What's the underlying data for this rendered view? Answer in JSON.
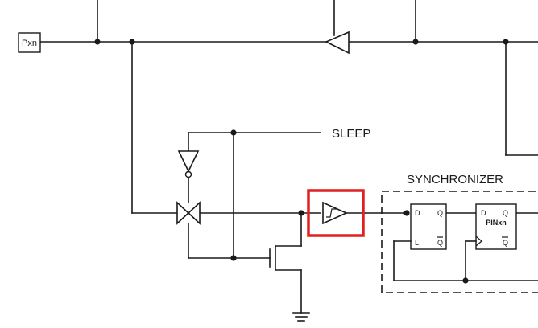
{
  "labels": {
    "pin": "Pxn",
    "sleep": "SLEEP",
    "synchronizer": "SYNCHRONIZER",
    "latch_d": "D",
    "latch_q": "Q",
    "latch_l": "L",
    "latch_qbar": "Q",
    "ff_d": "D",
    "ff_q": "Q",
    "ff_name": "PINxn",
    "ff_qbar": "Q"
  },
  "highlight": {
    "target": "schmitt-trigger",
    "color": "#e02020"
  },
  "icons": [
    "input-buffer",
    "inverter",
    "transmission-gate",
    "nmos-transistor",
    "ground",
    "schmitt-trigger",
    "latch",
    "flip-flop"
  ]
}
